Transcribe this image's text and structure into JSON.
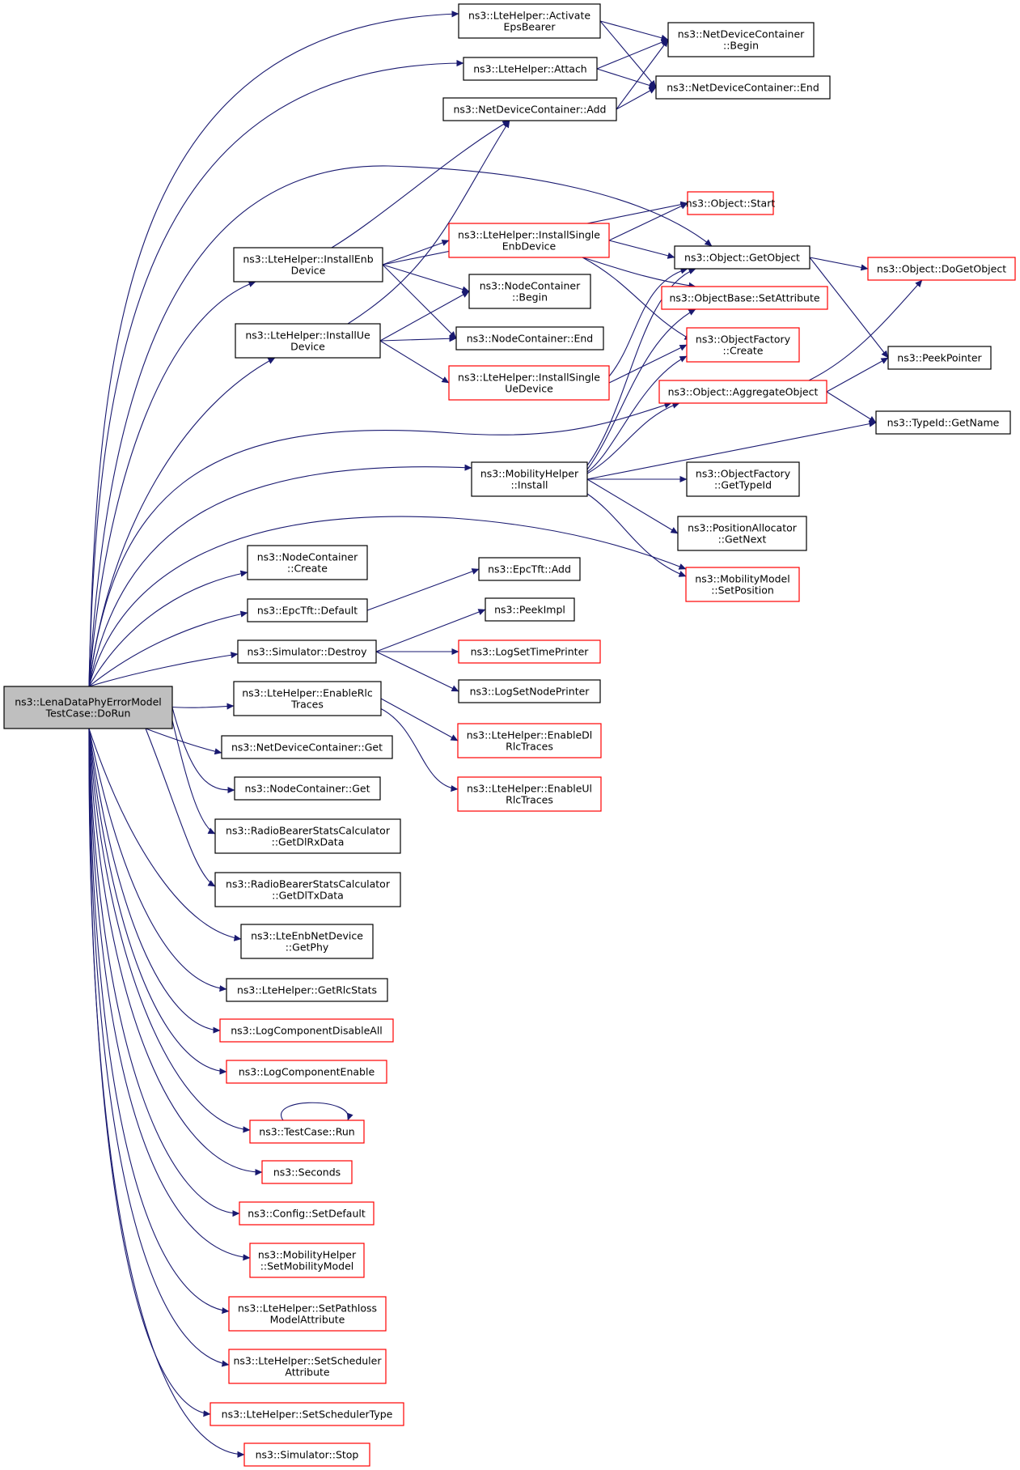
{
  "diagram": {
    "root": "n_root",
    "colors": {
      "edge": "#191970",
      "root_fill": "#bfbfbf",
      "normal_border": "#000000",
      "partial_border": "#ff0000"
    },
    "nodes": [
      {
        "id": "n_root",
        "lines": [
          "ns3::LenaDataPhyErrorModel",
          "TestCase::DoRun"
        ],
        "border": "root"
      },
      {
        "id": "n_activate",
        "lines": [
          "ns3::LteHelper::Activate",
          "EpsBearer"
        ],
        "border": "black"
      },
      {
        "id": "n_attach",
        "lines": [
          "ns3::LteHelper::Attach"
        ],
        "border": "black"
      },
      {
        "id": "n_ndc_add",
        "lines": [
          "ns3::NetDeviceContainer::Add"
        ],
        "border": "black"
      },
      {
        "id": "n_ndc_begin",
        "lines": [
          "ns3::NetDeviceContainer",
          "::Begin"
        ],
        "border": "black"
      },
      {
        "id": "n_ndc_end",
        "lines": [
          "ns3::NetDeviceContainer::End"
        ],
        "border": "black"
      },
      {
        "id": "n_obj_start",
        "lines": [
          "ns3::Object::Start"
        ],
        "border": "red"
      },
      {
        "id": "n_install_single_enb",
        "lines": [
          "ns3::LteHelper::InstallSingle",
          "EnbDevice"
        ],
        "border": "red"
      },
      {
        "id": "n_install_enb",
        "lines": [
          "ns3::LteHelper::InstallEnb",
          "Device"
        ],
        "border": "black"
      },
      {
        "id": "n_get_object",
        "lines": [
          "ns3::Object::GetObject"
        ],
        "border": "black"
      },
      {
        "id": "n_do_get_object",
        "lines": [
          "ns3::Object::DoGetObject"
        ],
        "border": "red"
      },
      {
        "id": "n_nc_begin",
        "lines": [
          "ns3::NodeContainer",
          "::Begin"
        ],
        "border": "black"
      },
      {
        "id": "n_set_attribute",
        "lines": [
          "ns3::ObjectBase::SetAttribute"
        ],
        "border": "red"
      },
      {
        "id": "n_install_ue",
        "lines": [
          "ns3::LteHelper::InstallUe",
          "Device"
        ],
        "border": "black"
      },
      {
        "id": "n_nc_end",
        "lines": [
          "ns3::NodeContainer::End"
        ],
        "border": "black"
      },
      {
        "id": "n_factory_create",
        "lines": [
          "ns3::ObjectFactory",
          "::Create"
        ],
        "border": "red"
      },
      {
        "id": "n_peek_pointer",
        "lines": [
          "ns3::PeekPointer"
        ],
        "border": "black"
      },
      {
        "id": "n_install_single_ue",
        "lines": [
          "ns3::LteHelper::InstallSingle",
          "UeDevice"
        ],
        "border": "red"
      },
      {
        "id": "n_aggregate",
        "lines": [
          "ns3::Object::AggregateObject"
        ],
        "border": "red"
      },
      {
        "id": "n_typeid_getname",
        "lines": [
          "ns3::TypeId::GetName"
        ],
        "border": "black"
      },
      {
        "id": "n_mobility_install",
        "lines": [
          "ns3::MobilityHelper",
          "::Install"
        ],
        "border": "black"
      },
      {
        "id": "n_factory_gettypeid",
        "lines": [
          "ns3::ObjectFactory",
          "::GetTypeId"
        ],
        "border": "black"
      },
      {
        "id": "n_pos_getnext",
        "lines": [
          "ns3::PositionAllocator",
          "::GetNext"
        ],
        "border": "black"
      },
      {
        "id": "n_mm_setposition",
        "lines": [
          "ns3::MobilityModel",
          "::SetPosition"
        ],
        "border": "red"
      },
      {
        "id": "n_nc_create",
        "lines": [
          "ns3::NodeContainer",
          "::Create"
        ],
        "border": "black"
      },
      {
        "id": "n_epctft_add",
        "lines": [
          "ns3::EpcTft::Add"
        ],
        "border": "black"
      },
      {
        "id": "n_epctft_default",
        "lines": [
          "ns3::EpcTft::Default"
        ],
        "border": "black"
      },
      {
        "id": "n_peek_impl",
        "lines": [
          "ns3::PeekImpl"
        ],
        "border": "black"
      },
      {
        "id": "n_sim_destroy",
        "lines": [
          "ns3::Simulator::Destroy"
        ],
        "border": "black"
      },
      {
        "id": "n_log_time_printer",
        "lines": [
          "ns3::LogSetTimePrinter"
        ],
        "border": "red"
      },
      {
        "id": "n_log_node_printer",
        "lines": [
          "ns3::LogSetNodePrinter"
        ],
        "border": "black"
      },
      {
        "id": "n_enable_rlc",
        "lines": [
          "ns3::LteHelper::EnableRlc",
          "Traces"
        ],
        "border": "black"
      },
      {
        "id": "n_enable_dl_rlc",
        "lines": [
          "ns3::LteHelper::EnableDl",
          "RlcTraces"
        ],
        "border": "red"
      },
      {
        "id": "n_ndc_get",
        "lines": [
          "ns3::NetDeviceContainer::Get"
        ],
        "border": "black"
      },
      {
        "id": "n_enable_ul_rlc",
        "lines": [
          "ns3::LteHelper::EnableUl",
          "RlcTraces"
        ],
        "border": "red"
      },
      {
        "id": "n_nc_get",
        "lines": [
          "ns3::NodeContainer::Get"
        ],
        "border": "black"
      },
      {
        "id": "n_rb_dlrx",
        "lines": [
          "ns3::RadioBearerStatsCalculator",
          "::GetDlRxData"
        ],
        "border": "black"
      },
      {
        "id": "n_rb_dltx",
        "lines": [
          "ns3::RadioBearerStatsCalculator",
          "::GetDlTxData"
        ],
        "border": "black"
      },
      {
        "id": "n_enb_getphy",
        "lines": [
          "ns3::LteEnbNetDevice",
          "::GetPhy"
        ],
        "border": "black"
      },
      {
        "id": "n_get_rlc_stats",
        "lines": [
          "ns3::LteHelper::GetRlcStats"
        ],
        "border": "black"
      },
      {
        "id": "n_log_disable_all",
        "lines": [
          "ns3::LogComponentDisableAll"
        ],
        "border": "red"
      },
      {
        "id": "n_log_enable",
        "lines": [
          "ns3::LogComponentEnable"
        ],
        "border": "red"
      },
      {
        "id": "n_testcase_run",
        "lines": [
          "ns3::TestCase::Run"
        ],
        "border": "red"
      },
      {
        "id": "n_seconds",
        "lines": [
          "ns3::Seconds"
        ],
        "border": "red"
      },
      {
        "id": "n_config_setdefault",
        "lines": [
          "ns3::Config::SetDefault"
        ],
        "border": "red"
      },
      {
        "id": "n_set_mobility_model",
        "lines": [
          "ns3::MobilityHelper",
          "::SetMobilityModel"
        ],
        "border": "red"
      },
      {
        "id": "n_set_pathloss",
        "lines": [
          "ns3::LteHelper::SetPathloss",
          "ModelAttribute"
        ],
        "border": "red"
      },
      {
        "id": "n_set_sched_attr",
        "lines": [
          "ns3::LteHelper::SetScheduler",
          "Attribute"
        ],
        "border": "red"
      },
      {
        "id": "n_set_sched_type",
        "lines": [
          "ns3::LteHelper::SetSchedulerType"
        ],
        "border": "red"
      },
      {
        "id": "n_sim_stop",
        "lines": [
          "ns3::Simulator::Stop"
        ],
        "border": "red"
      }
    ],
    "edges": [
      [
        "n_root",
        "n_activate"
      ],
      [
        "n_root",
        "n_attach"
      ],
      [
        "n_root",
        "n_get_object"
      ],
      [
        "n_root",
        "n_install_enb"
      ],
      [
        "n_root",
        "n_install_ue"
      ],
      [
        "n_root",
        "n_aggregate"
      ],
      [
        "n_root",
        "n_mobility_install"
      ],
      [
        "n_root",
        "n_mm_setposition"
      ],
      [
        "n_root",
        "n_nc_create"
      ],
      [
        "n_root",
        "n_epctft_default"
      ],
      [
        "n_root",
        "n_sim_destroy"
      ],
      [
        "n_root",
        "n_enable_rlc"
      ],
      [
        "n_root",
        "n_ndc_get"
      ],
      [
        "n_root",
        "n_nc_get"
      ],
      [
        "n_root",
        "n_rb_dlrx"
      ],
      [
        "n_root",
        "n_rb_dltx"
      ],
      [
        "n_root",
        "n_enb_getphy"
      ],
      [
        "n_root",
        "n_get_rlc_stats"
      ],
      [
        "n_root",
        "n_log_disable_all"
      ],
      [
        "n_root",
        "n_log_enable"
      ],
      [
        "n_root",
        "n_testcase_run"
      ],
      [
        "n_root",
        "n_seconds"
      ],
      [
        "n_root",
        "n_config_setdefault"
      ],
      [
        "n_root",
        "n_set_mobility_model"
      ],
      [
        "n_root",
        "n_set_pathloss"
      ],
      [
        "n_root",
        "n_set_sched_attr"
      ],
      [
        "n_root",
        "n_set_sched_type"
      ],
      [
        "n_root",
        "n_sim_stop"
      ],
      [
        "n_activate",
        "n_ndc_begin"
      ],
      [
        "n_activate",
        "n_ndc_end"
      ],
      [
        "n_attach",
        "n_ndc_begin"
      ],
      [
        "n_attach",
        "n_ndc_end"
      ],
      [
        "n_ndc_add",
        "n_ndc_begin"
      ],
      [
        "n_ndc_add",
        "n_ndc_end"
      ],
      [
        "n_install_enb",
        "n_ndc_add"
      ],
      [
        "n_install_enb",
        "n_obj_start"
      ],
      [
        "n_install_enb",
        "n_install_single_enb"
      ],
      [
        "n_install_enb",
        "n_nc_begin"
      ],
      [
        "n_install_enb",
        "n_nc_end"
      ],
      [
        "n_install_single_enb",
        "n_obj_start"
      ],
      [
        "n_install_single_enb",
        "n_get_object"
      ],
      [
        "n_install_single_enb",
        "n_set_attribute"
      ],
      [
        "n_install_single_enb",
        "n_factory_create"
      ],
      [
        "n_install_ue",
        "n_ndc_add"
      ],
      [
        "n_install_ue",
        "n_nc_begin"
      ],
      [
        "n_install_ue",
        "n_nc_end"
      ],
      [
        "n_install_ue",
        "n_install_single_ue"
      ],
      [
        "n_install_single_ue",
        "n_get_object"
      ],
      [
        "n_install_single_ue",
        "n_factory_create"
      ],
      [
        "n_get_object",
        "n_do_get_object"
      ],
      [
        "n_get_object",
        "n_peek_pointer"
      ],
      [
        "n_aggregate",
        "n_do_get_object"
      ],
      [
        "n_aggregate",
        "n_peek_pointer"
      ],
      [
        "n_aggregate",
        "n_typeid_getname"
      ],
      [
        "n_mobility_install",
        "n_get_object"
      ],
      [
        "n_mobility_install",
        "n_set_attribute"
      ],
      [
        "n_mobility_install",
        "n_factory_create"
      ],
      [
        "n_mobility_install",
        "n_aggregate"
      ],
      [
        "n_mobility_install",
        "n_typeid_getname"
      ],
      [
        "n_mobility_install",
        "n_factory_gettypeid"
      ],
      [
        "n_mobility_install",
        "n_pos_getnext"
      ],
      [
        "n_mobility_install",
        "n_mm_setposition"
      ],
      [
        "n_epctft_default",
        "n_epctft_add"
      ],
      [
        "n_sim_destroy",
        "n_peek_impl"
      ],
      [
        "n_sim_destroy",
        "n_log_time_printer"
      ],
      [
        "n_sim_destroy",
        "n_log_node_printer"
      ],
      [
        "n_enable_rlc",
        "n_enable_dl_rlc"
      ],
      [
        "n_enable_rlc",
        "n_enable_ul_rlc"
      ],
      [
        "n_testcase_run",
        "n_testcase_run"
      ]
    ]
  }
}
